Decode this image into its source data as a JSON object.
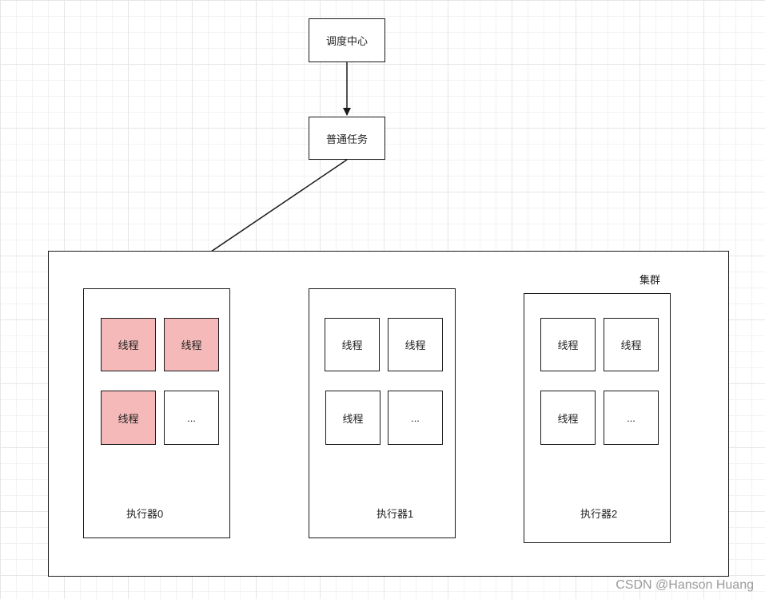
{
  "nodes": {
    "scheduler": "调度中心",
    "task": "普通任务"
  },
  "cluster": {
    "label": "集群"
  },
  "executors": [
    {
      "label": "执行器0",
      "threads": [
        {
          "label": "线程",
          "busy": true
        },
        {
          "label": "线程",
          "busy": true
        },
        {
          "label": "线程",
          "busy": true
        },
        {
          "label": "...",
          "busy": false
        }
      ]
    },
    {
      "label": "执行器1",
      "threads": [
        {
          "label": "线程",
          "busy": false
        },
        {
          "label": "线程",
          "busy": false
        },
        {
          "label": "线程",
          "busy": false
        },
        {
          "label": "...",
          "busy": false
        }
      ]
    },
    {
      "label": "执行器2",
      "threads": [
        {
          "label": "线程",
          "busy": false
        },
        {
          "label": "线程",
          "busy": false
        },
        {
          "label": "线程",
          "busy": false
        },
        {
          "label": "...",
          "busy": false
        }
      ]
    }
  ],
  "colors": {
    "busy_thread": "#f4b9b8",
    "line": "#1a1a1a"
  },
  "watermark": "CSDN @Hanson Huang"
}
